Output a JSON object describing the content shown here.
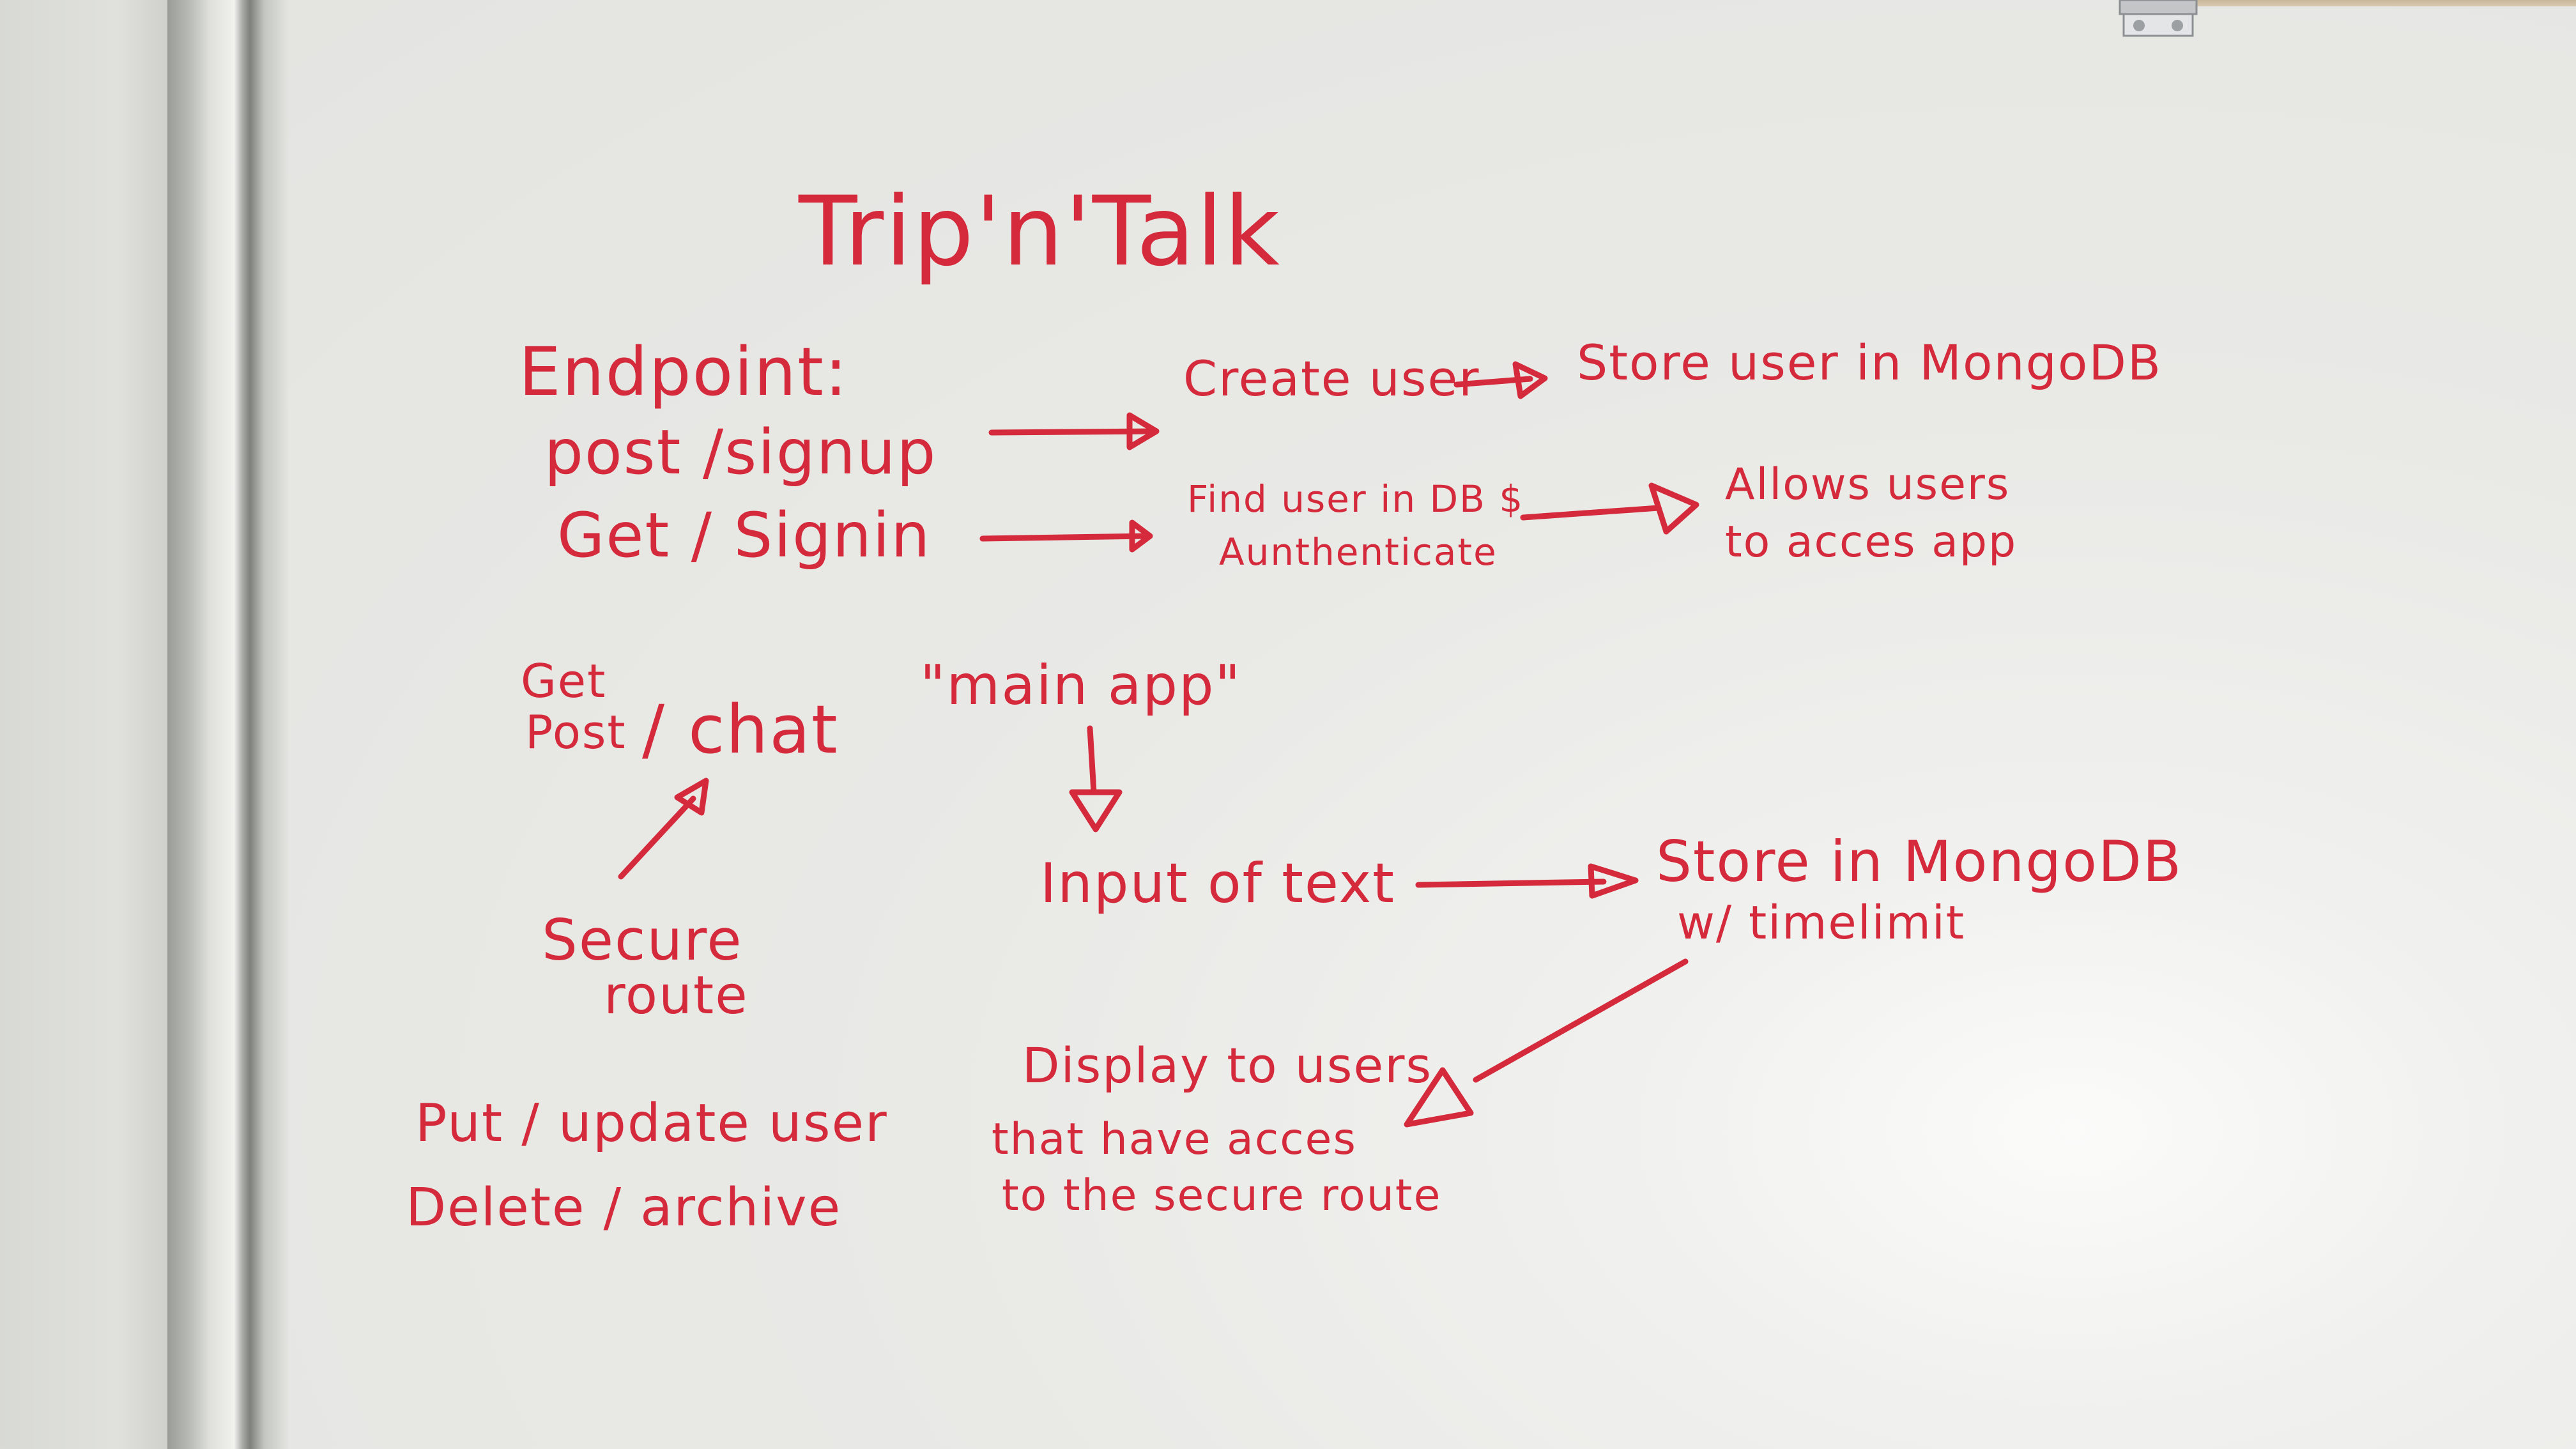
{
  "ink_color": "#d42a3c",
  "title": "Trip'n'Talk",
  "endpoints": {
    "heading": "Endpoint:",
    "signup_label": "post /signup",
    "signin_label": "Get / Signin",
    "create_user": "Create user",
    "store_user": "Store user in MongoDB",
    "find_user_line1": "Find user in DB $",
    "find_user_line2": "Aunthenticate",
    "allows_line1": "Allows users",
    "allows_line2": "to acces app"
  },
  "chat": {
    "get_label": "Get",
    "post_label": "Post",
    "route_label": "/ chat",
    "main_app": "\"main app\"",
    "secure_line1": "Secure",
    "secure_line2": "route",
    "input_text": "Input of text",
    "store_line1": "Store in MongoDB",
    "store_line2": "w/ timelimit",
    "display_line1": "Display to users",
    "display_line2": "that have acces",
    "display_line3": "to the secure route"
  },
  "other_routes": {
    "put_label": "Put / update user",
    "delete_label": "Delete / archive"
  }
}
